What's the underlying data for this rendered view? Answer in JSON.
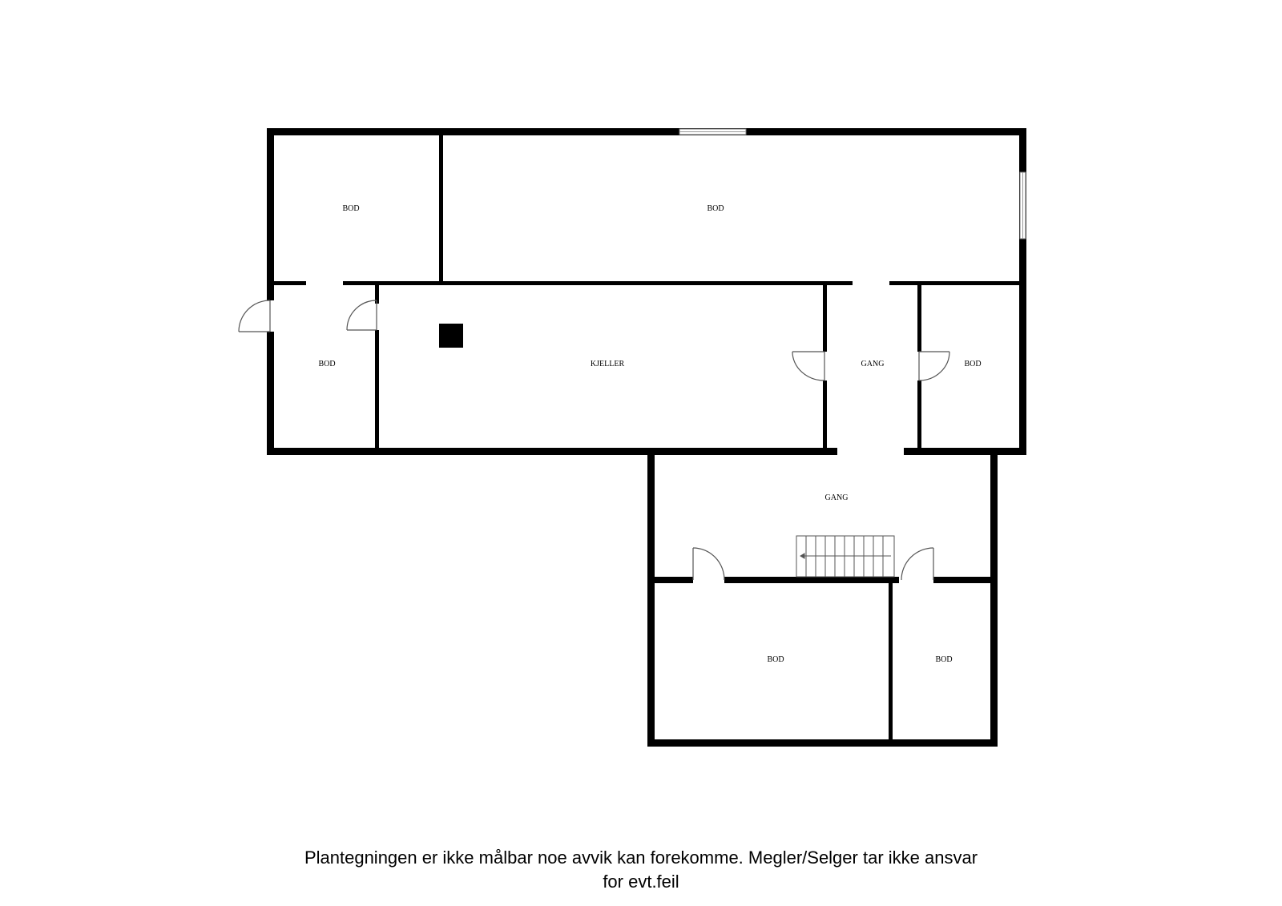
{
  "floorplan": {
    "rooms": [
      {
        "id": "bod-top-left",
        "label": "BOD"
      },
      {
        "id": "bod-top-large",
        "label": "BOD"
      },
      {
        "id": "bod-left",
        "label": "BOD"
      },
      {
        "id": "kjeller",
        "label": "KJELLER"
      },
      {
        "id": "gang-upper",
        "label": "GANG"
      },
      {
        "id": "bod-right",
        "label": "BOD"
      },
      {
        "id": "gang-lower",
        "label": "GANG"
      },
      {
        "id": "bod-bottom-mid",
        "label": "BOD"
      },
      {
        "id": "bod-bottom-right",
        "label": "BOD"
      }
    ]
  },
  "disclaimer": {
    "line1": "Plantegningen er ikke målbar noe avvik kan forekomme. Megler/Selger tar ikke ansvar",
    "line2": "for evt.feil"
  }
}
